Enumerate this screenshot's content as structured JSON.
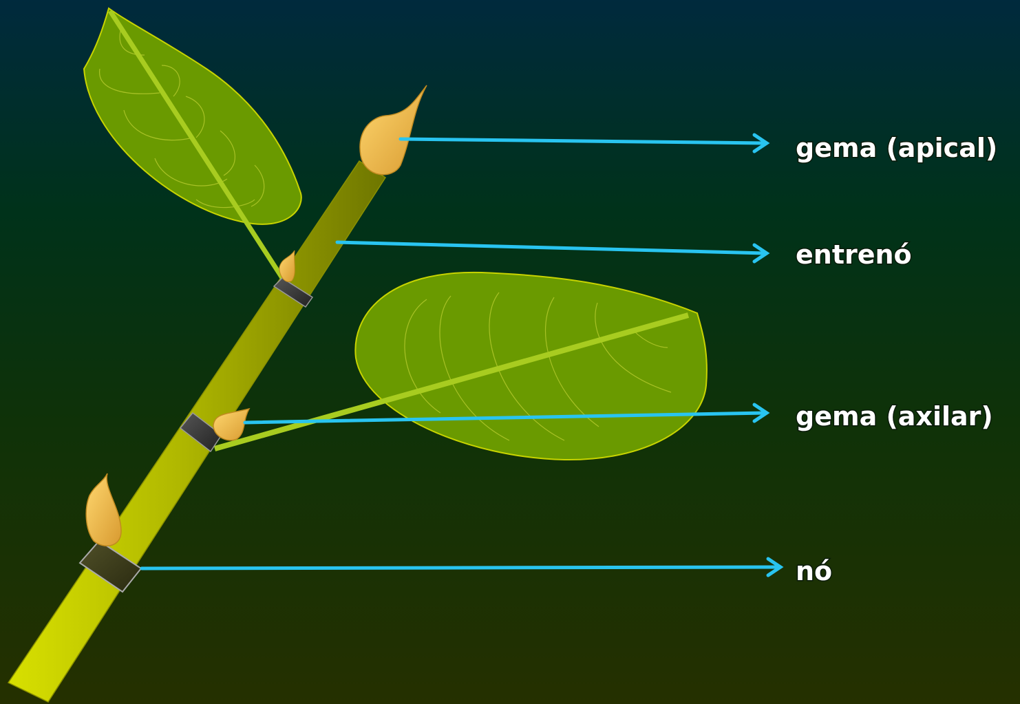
{
  "diagram": {
    "title": "",
    "labels": {
      "apical_bud": "gema (apical)",
      "internode": "entrenó",
      "axillary_bud": "gema (axilar)",
      "node": "nó"
    },
    "colors": {
      "stem": "#b8c000",
      "leaf": "#6a9a00",
      "leaf_outline": "#c8d400",
      "bud": "#f0c050",
      "node_band": "#3a3a3a",
      "arrow": "#29c4f0",
      "label_text": "#ffffff"
    }
  }
}
